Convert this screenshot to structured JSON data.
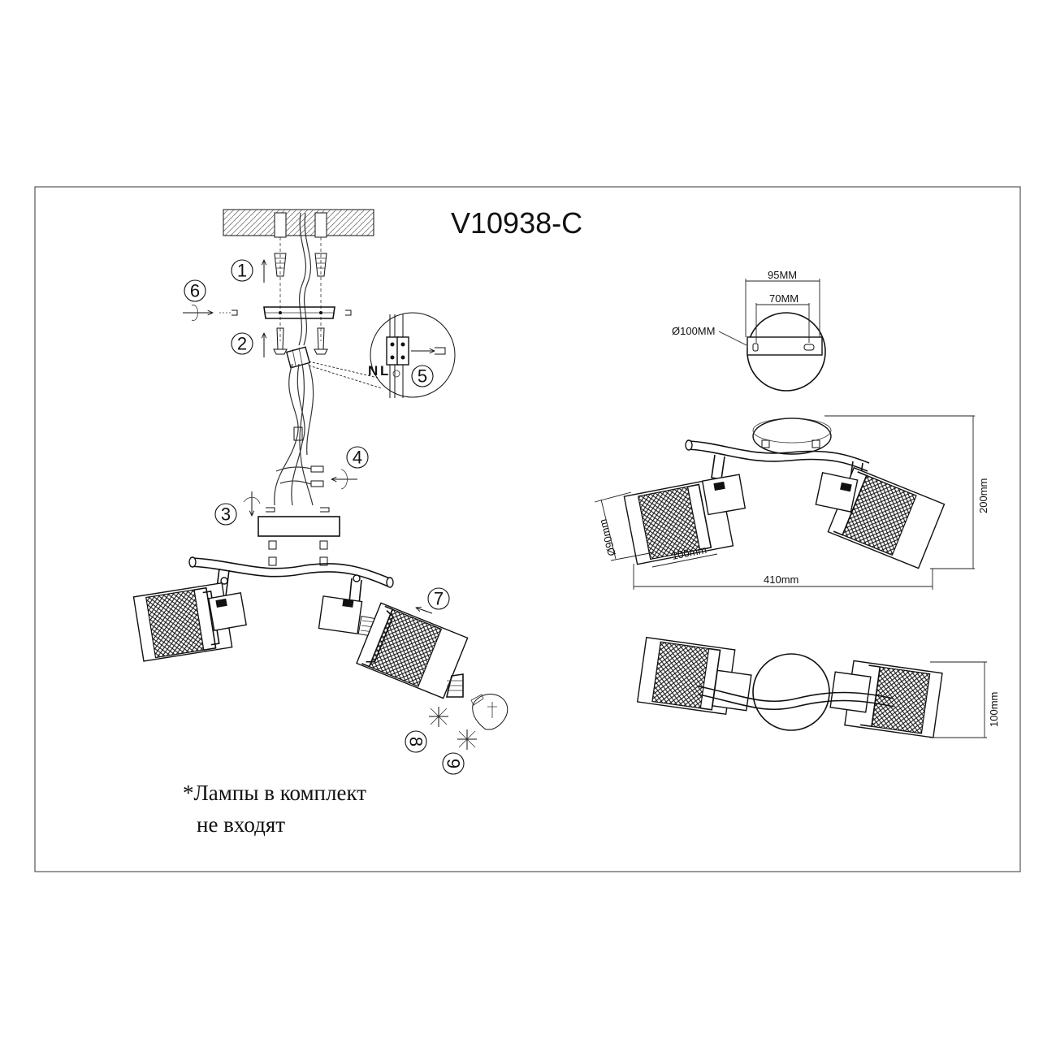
{
  "title": "V10938-C",
  "note": {
    "line1": "*Лампы в комплект",
    "line2": "не входят"
  },
  "steps": [
    "1",
    "2",
    "3",
    "4",
    "5",
    "6",
    "7",
    "8",
    "9"
  ],
  "wiring": {
    "neutral": "N",
    "live": "L"
  },
  "dimensions": {
    "plate_outer": "95MM",
    "plate_inner": "70MM",
    "canopy_diameter": "Ø100MM",
    "height": "200mm",
    "shade_diameter": "Ø90mm",
    "shade_length": "100mm",
    "total_width": "410mm",
    "top_depth": "100mm"
  },
  "colors": {
    "ink": "#111111",
    "frame": "#555555",
    "background": "#ffffff"
  }
}
